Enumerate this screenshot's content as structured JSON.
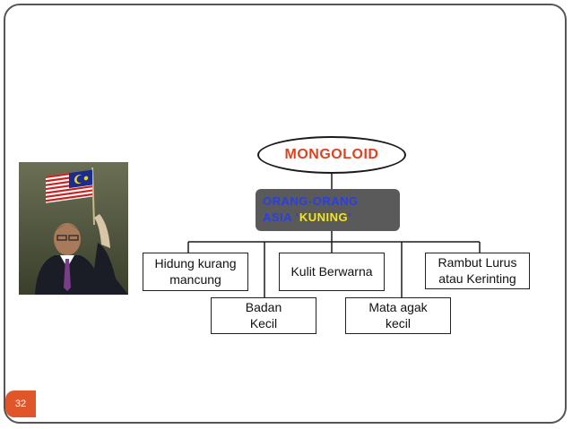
{
  "slide_number": "32",
  "root": {
    "label": "MONGOLOID"
  },
  "group": {
    "line1": "ORANG-ORANG",
    "line2_prefix": "ASIA ‘",
    "line2_highlight": "KUNING",
    "line2_suffix": "’"
  },
  "traits": [
    {
      "line1": "Hidung kurang",
      "line2": "mancung"
    },
    {
      "line1": "Badan",
      "line2": "Kecil"
    },
    {
      "line1": "Kulit Berwarna",
      "line2": ""
    },
    {
      "line1": "Mata agak",
      "line2": "kecil"
    },
    {
      "line1": "Rambut Lurus",
      "line2": "atau Kerinting"
    }
  ],
  "colors": {
    "accent": "#e0562a",
    "title": "#e0411f",
    "group_text": "#2b3fe0",
    "highlight": "#f5e51b",
    "group_bg": "#5a5a5a"
  }
}
